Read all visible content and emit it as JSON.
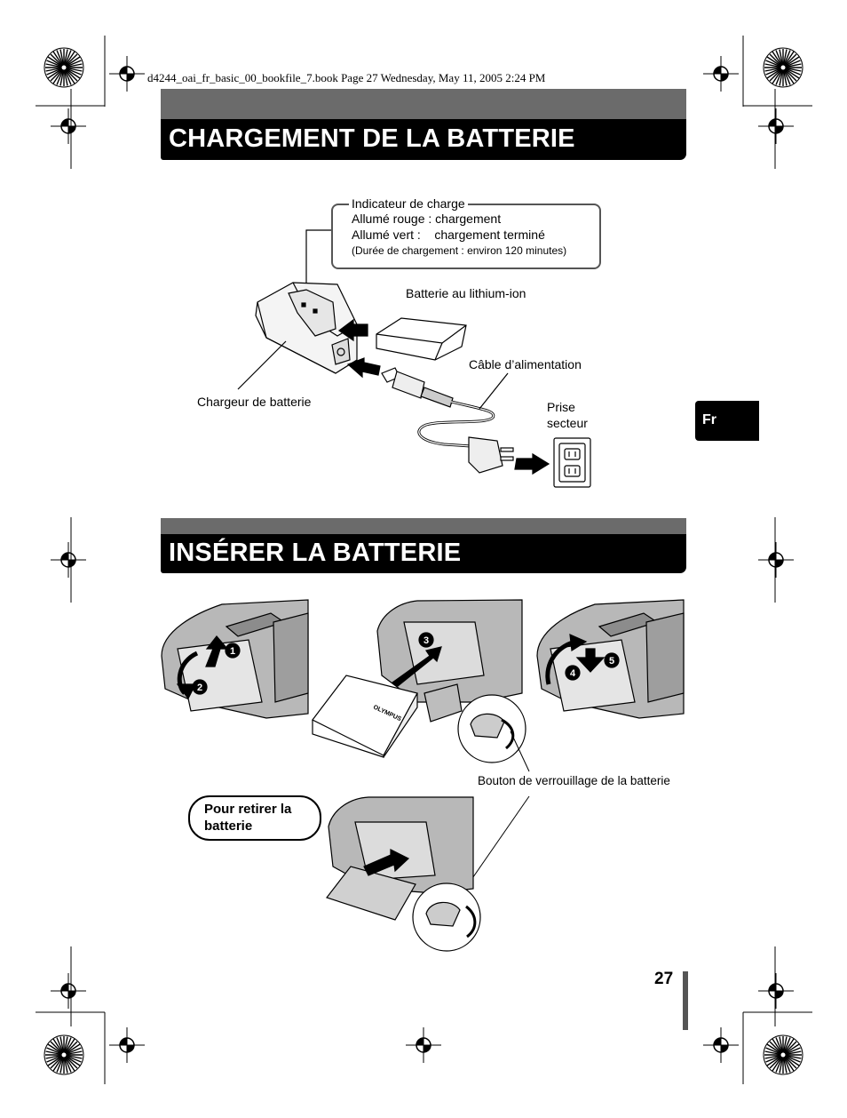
{
  "header": {
    "file_line": "d4244_oai_fr_basic_00_bookfile_7.book  Page 27  Wednesday, May 11, 2005  2:24 PM"
  },
  "language_tab": "Fr",
  "section1": {
    "title": "CHARGEMENT DE LA BATTERIE",
    "indicator": {
      "title": "Indicateur de charge",
      "line1": "Allumé rouge : chargement",
      "line2": "Allumé vert :    chargement terminé",
      "line3": "(Durée de chargement : environ 120 minutes)"
    },
    "label_battery": "Batterie au lithium-ion",
    "label_cable": "Câble d’alimentation",
    "label_charger": "Chargeur de batterie",
    "label_outlet_1": "Prise",
    "label_outlet_2": "secteur"
  },
  "section2": {
    "title": "INSÉRER LA BATTERIE",
    "label_lock": "Bouton de verrouillage de la batterie",
    "remove_note": "Pour retirer la batterie",
    "battery_brand": "OLYMPUS",
    "steps": [
      "1",
      "2",
      "3",
      "4",
      "5"
    ]
  },
  "footer": {
    "page_number": "27"
  }
}
